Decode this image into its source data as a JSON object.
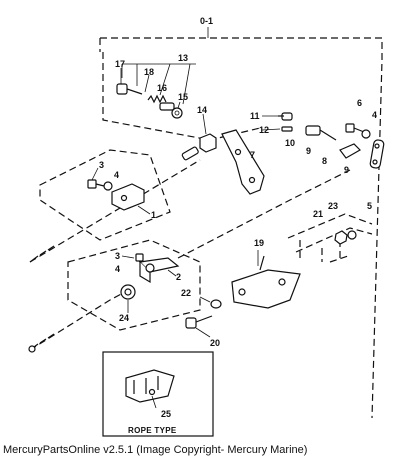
{
  "callouts": {
    "c01": "0-1",
    "c17": "17",
    "c18": "18",
    "c13": "13",
    "c16": "16",
    "c15": "15",
    "c14": "14",
    "c11": "11",
    "c12": "12",
    "c10": "10",
    "c9a": "9",
    "c9b": "9",
    "c7": "7",
    "c8": "8",
    "c6": "6",
    "c4a": "4",
    "c5": "5",
    "c3a": "3",
    "c4b": "4",
    "c1": "1",
    "c21": "21",
    "c23": "23",
    "c19": "19",
    "c3b": "3",
    "c4c": "4",
    "c2": "2",
    "c22": "22",
    "c24": "24",
    "c20": "20",
    "c25": "25"
  },
  "inset": {
    "caption": "ROPE TYPE"
  },
  "footer": "MercuryPartsOnline v2.5.1 (Image Copyright- Mercury Marine)"
}
